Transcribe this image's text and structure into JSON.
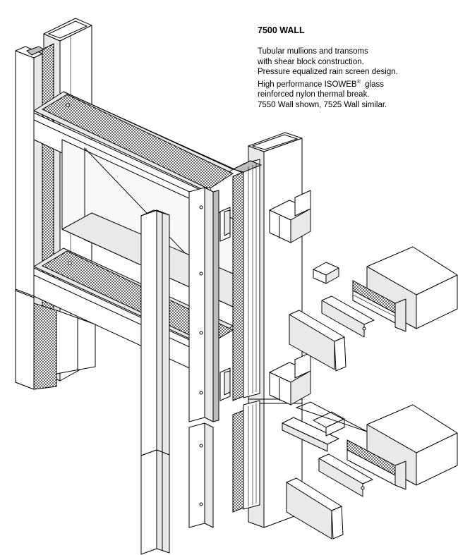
{
  "caption": {
    "title": "7500 WALL",
    "lines": [
      "Tubular mullions and transoms",
      "with shear block construction.",
      "Pressure equalized rain screen design.",
      "High performance ISOWEB",
      "reinforced nylon thermal break.",
      "7550 Wall shown, 7525 Wall similar."
    ],
    "isoweb_suffix": "glass",
    "registered_mark": "®"
  },
  "colors": {
    "line": "#000000",
    "shade": "#e9e9e9",
    "dark": "#bdbdbd",
    "background": "#ffffff"
  }
}
